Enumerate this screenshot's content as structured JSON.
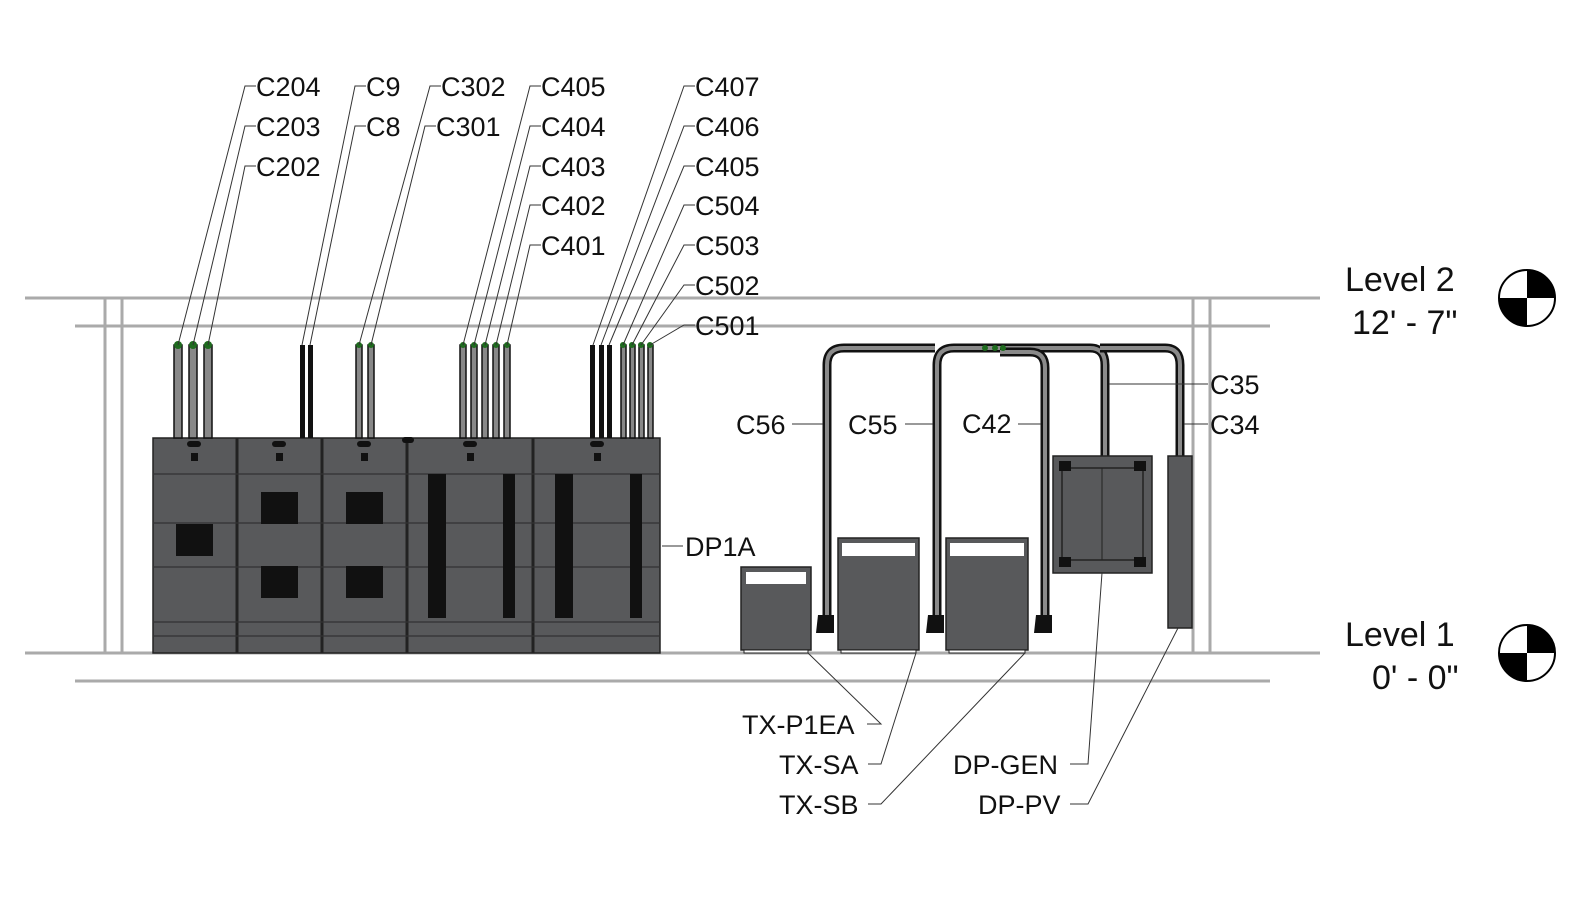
{
  "levels": [
    {
      "name": "Level 2",
      "elevation": "12' - 7\""
    },
    {
      "name": "Level 1",
      "elevation": "0' - 0\""
    }
  ],
  "conduit_tags": {
    "col1": [
      "C204",
      "C203",
      "C202"
    ],
    "col2": [
      "C9",
      "C8"
    ],
    "col3": [
      "C302",
      "C301"
    ],
    "col4": [
      "C405",
      "C404",
      "C403",
      "C402",
      "C401"
    ],
    "col5": [
      "C407",
      "C406",
      "C405",
      "C504",
      "C503",
      "C502",
      "C501"
    ],
    "side": [
      "C56",
      "C55",
      "C42",
      "C35",
      "C34"
    ]
  },
  "equipment": {
    "switchboard": "DP1A",
    "tx1": "TX-P1EA",
    "tx2": "TX-SA",
    "tx3": "TX-SB",
    "panel1": "DP-GEN",
    "panel2": "DP-PV"
  }
}
